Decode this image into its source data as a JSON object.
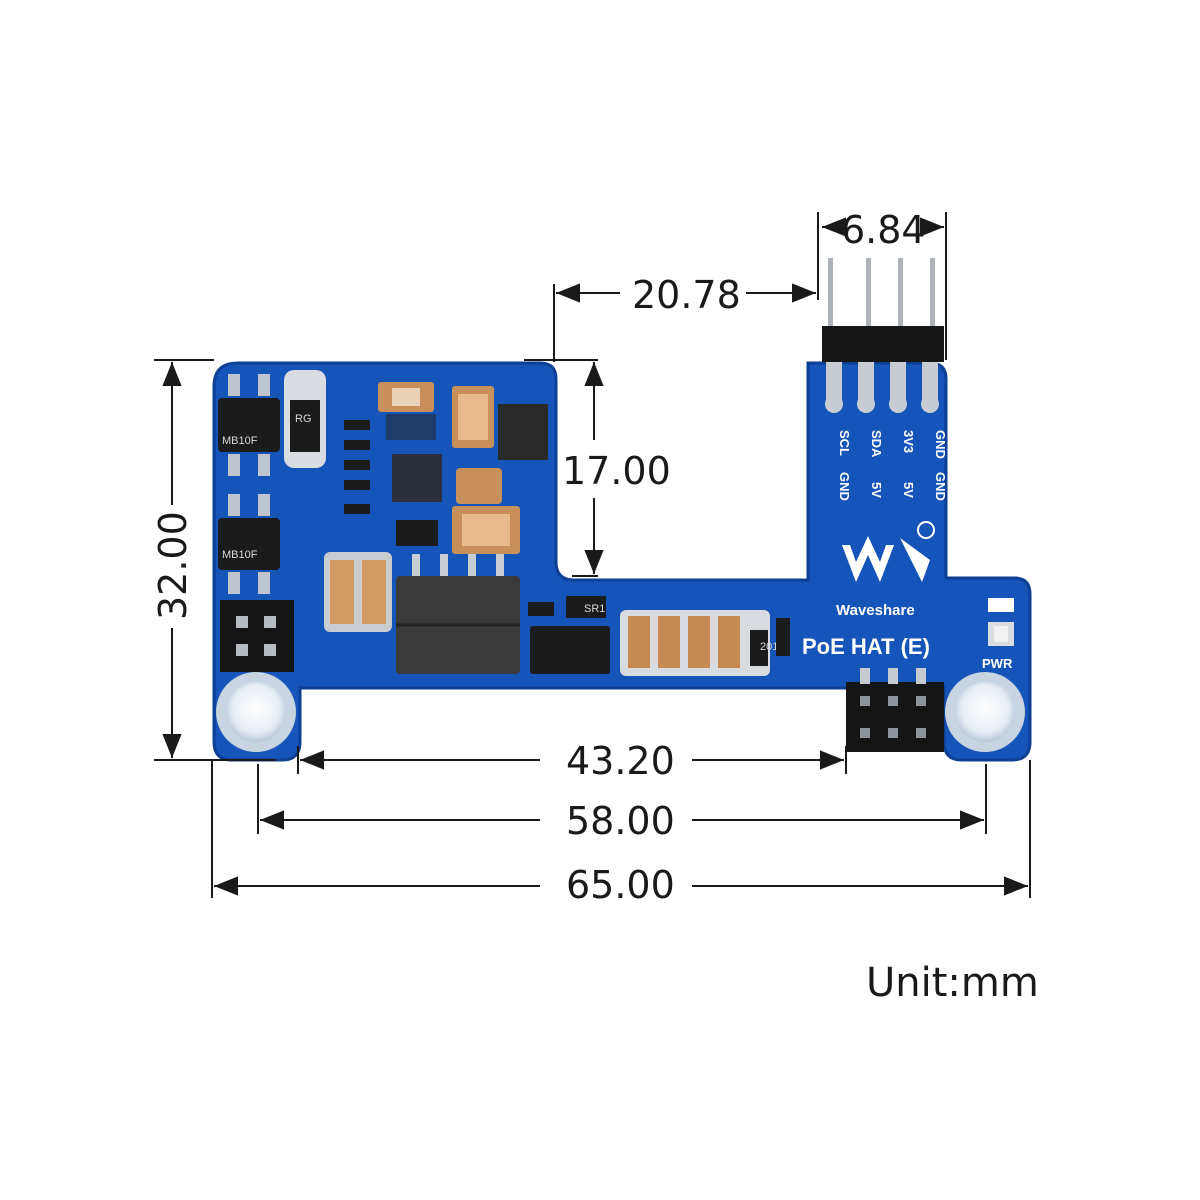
{
  "dimensions": {
    "pin_pitch": "6.84",
    "offset_to_header": "20.78",
    "notch_depth": "17.00",
    "board_height": "32.00",
    "hole_to_header": "43.20",
    "hole_spacing": "58.00",
    "board_width": "65.00"
  },
  "unit_label": "Unit:mm",
  "board": {
    "brand": "Waveshare",
    "product": "PoE HAT (E)",
    "led_label": "PWR",
    "pin_labels_top": [
      "SCL",
      "SDA",
      "3V3",
      "GND"
    ],
    "pin_labels_bottom": [
      "GND",
      "5V",
      "5V",
      "GND"
    ],
    "chip_marks": [
      "MB10F",
      "MB10F",
      "RG",
      "SR1",
      "201"
    ],
    "colors": {
      "pcb": "#1554b8",
      "pcb_edge": "#0d3f94",
      "silkscreen": "#ffffff",
      "dimension": "#1a1a1a"
    }
  }
}
